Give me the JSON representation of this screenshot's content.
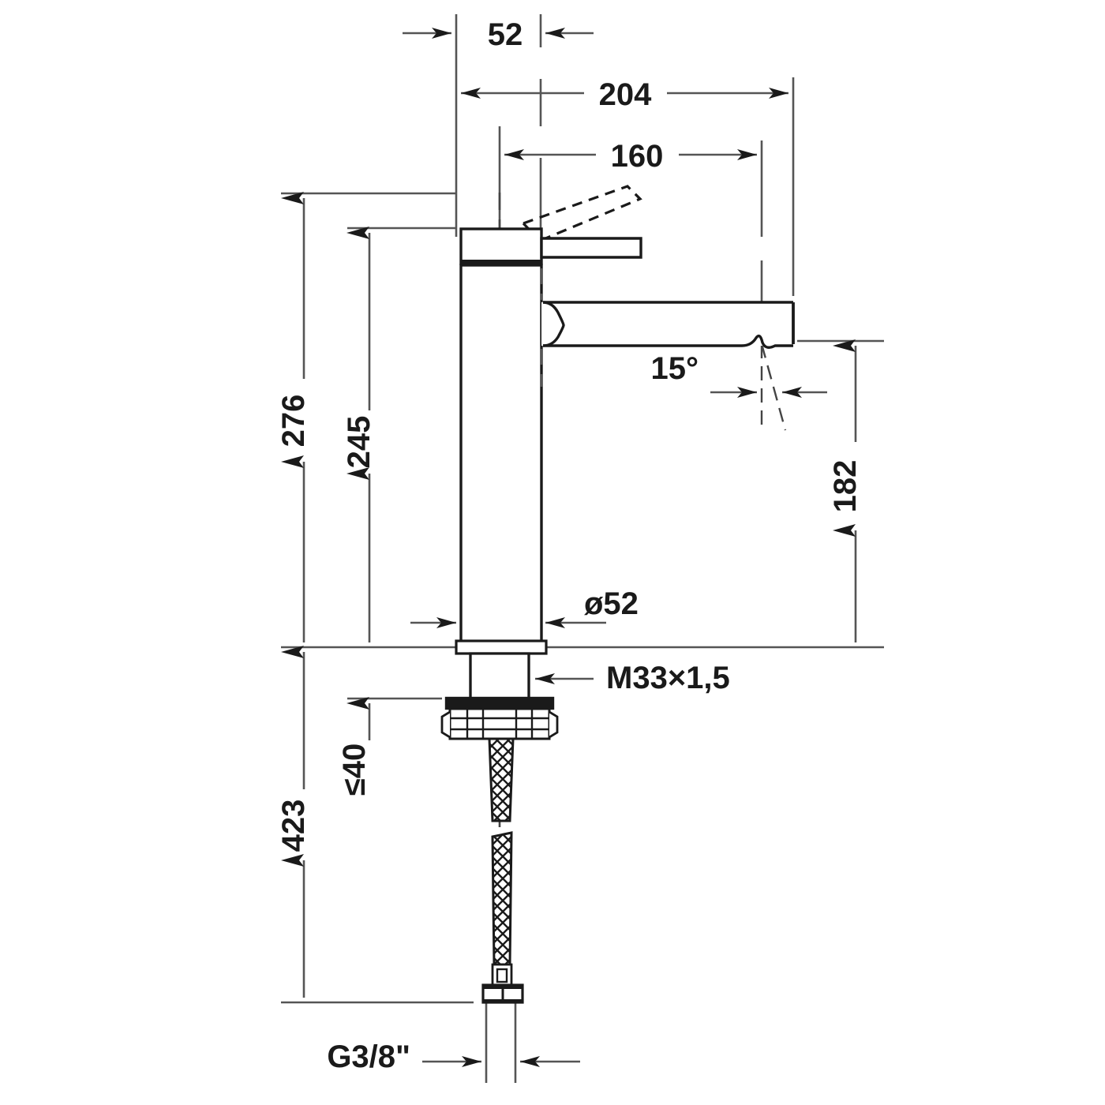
{
  "drawing": {
    "title": "Single-lever basin mixer technical dimension drawing",
    "units": "mm",
    "line_color": "#1a1a1a",
    "dim_line_color": "#555555",
    "background": "#ffffff"
  },
  "dimensions": {
    "spout_offset_52": "52",
    "overall_reach_204": "204",
    "aerator_reach_160": "160",
    "height_overall_276": "276",
    "height_body_245": "245",
    "height_spout_182": "182",
    "height_total_423": "423",
    "body_diameter_52": "ø52",
    "thread_shank": "M33×1,5",
    "deck_thickness_max": "≤40",
    "swivel_angle": "15°",
    "hose_connection": "G3/8\""
  },
  "labels": [
    {
      "id": "dim-52",
      "text": "52",
      "orientation": "horizontal"
    },
    {
      "id": "dim-204",
      "text": "204",
      "orientation": "horizontal"
    },
    {
      "id": "dim-160",
      "text": "160",
      "orientation": "horizontal"
    },
    {
      "id": "dim-276",
      "text": "276",
      "orientation": "vertical"
    },
    {
      "id": "dim-245",
      "text": "245",
      "orientation": "vertical"
    },
    {
      "id": "dim-182",
      "text": "182",
      "orientation": "vertical"
    },
    {
      "id": "dim-423",
      "text": "423",
      "orientation": "vertical"
    },
    {
      "id": "dim-d52",
      "text": "ø52",
      "orientation": "horizontal"
    },
    {
      "id": "dim-m33",
      "text": "M33×1,5",
      "orientation": "horizontal"
    },
    {
      "id": "dim-40",
      "text": "≤40",
      "orientation": "vertical"
    },
    {
      "id": "dim-15deg",
      "text": "15°",
      "orientation": "horizontal"
    },
    {
      "id": "dim-g38",
      "text": "G3/8\"",
      "orientation": "horizontal"
    }
  ]
}
